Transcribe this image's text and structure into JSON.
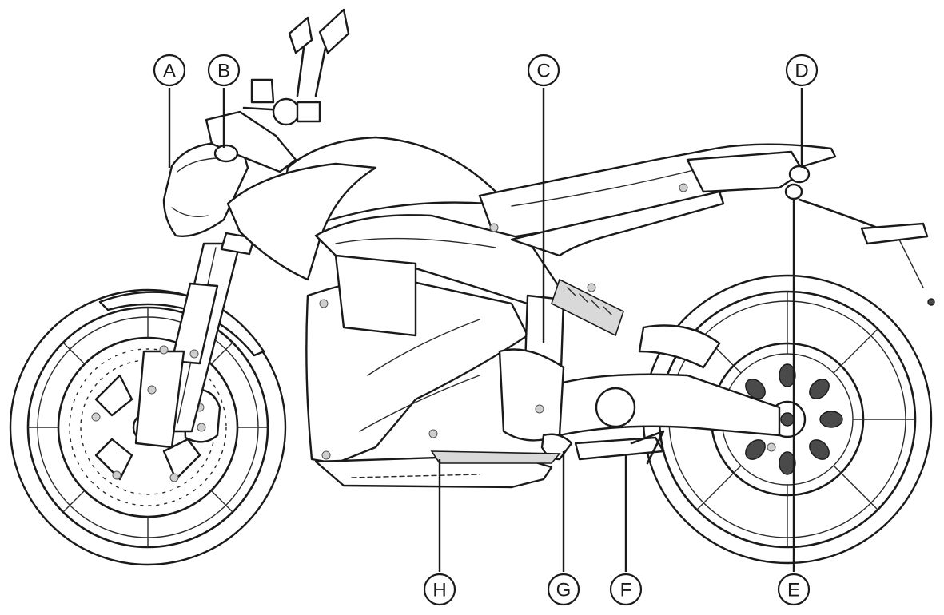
{
  "callouts": [
    {
      "id": "A",
      "label": "A"
    },
    {
      "id": "B",
      "label": "B"
    },
    {
      "id": "C",
      "label": "C"
    },
    {
      "id": "D",
      "label": "D"
    },
    {
      "id": "E",
      "label": "E"
    },
    {
      "id": "F",
      "label": "F"
    },
    {
      "id": "G",
      "label": "G"
    },
    {
      "id": "H",
      "label": "H"
    }
  ]
}
